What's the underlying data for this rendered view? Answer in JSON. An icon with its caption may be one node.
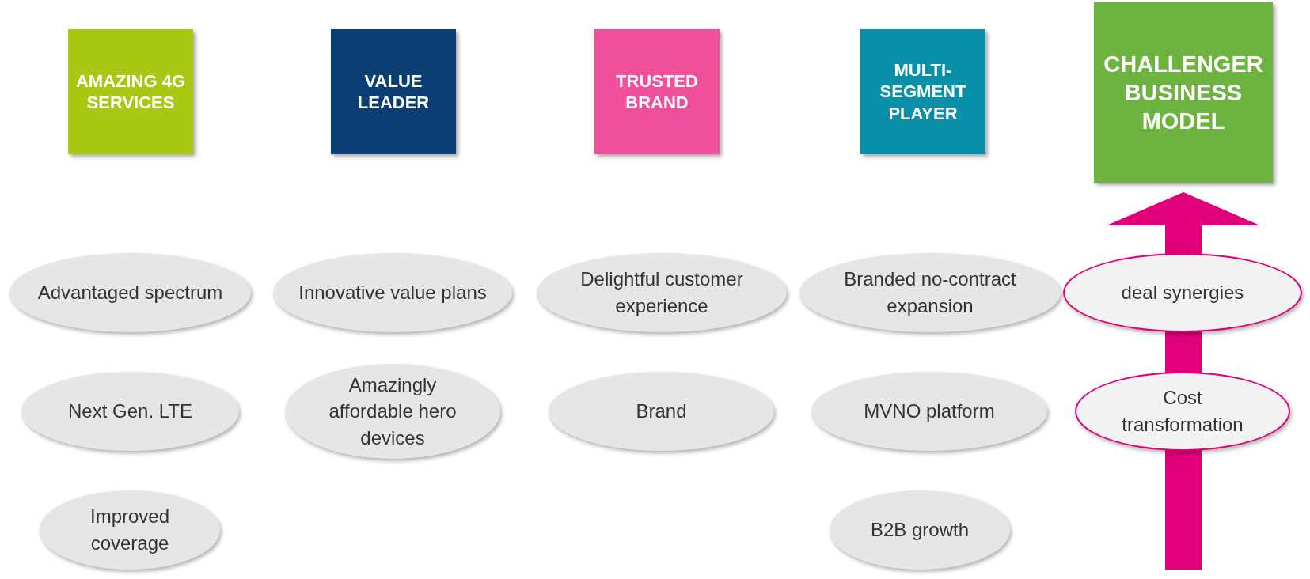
{
  "diagram": {
    "nodes": [
      {
        "text": [
          "AMAZING 4G SERVICES"
        ]
      },
      {
        "text": [
          "VALUE LEADER"
        ]
      },
      {
        "text": [
          "TRUSTED BRAND"
        ]
      },
      {
        "text": [
          "MULTI-SEGMENT PLAYER"
        ]
      },
      {
        "text": [
          "CHALLENGER BUSINESS MODEL"
        ]
      },
      {
        "text": [
          "Advantaged spectrum"
        ]
      },
      {
        "text": [
          "Next Gen. LTE"
        ]
      },
      {
        "text": [
          "Improved coverage"
        ]
      },
      {
        "text": [
          "Innovative value plans"
        ]
      },
      {
        "text": [
          "Amazingly affordable hero devices"
        ]
      },
      {
        "text": [
          "Delightful customer experience"
        ]
      },
      {
        "text": [
          "Brand"
        ]
      },
      {
        "text": [
          "Branded no-contract expansion"
        ]
      },
      {
        "text": [
          "MVNO platform"
        ]
      },
      {
        "text": [
          "B2B growth"
        ]
      },
      {
        "text": [
          "deal synergies"
        ]
      },
      {
        "text": [
          "Cost transformation"
        ]
      }
    ],
    "edges": [
      {
        "from": null,
        "to": 4,
        "arrow": "to",
        "color": "#e2007a"
      }
    ]
  }
}
